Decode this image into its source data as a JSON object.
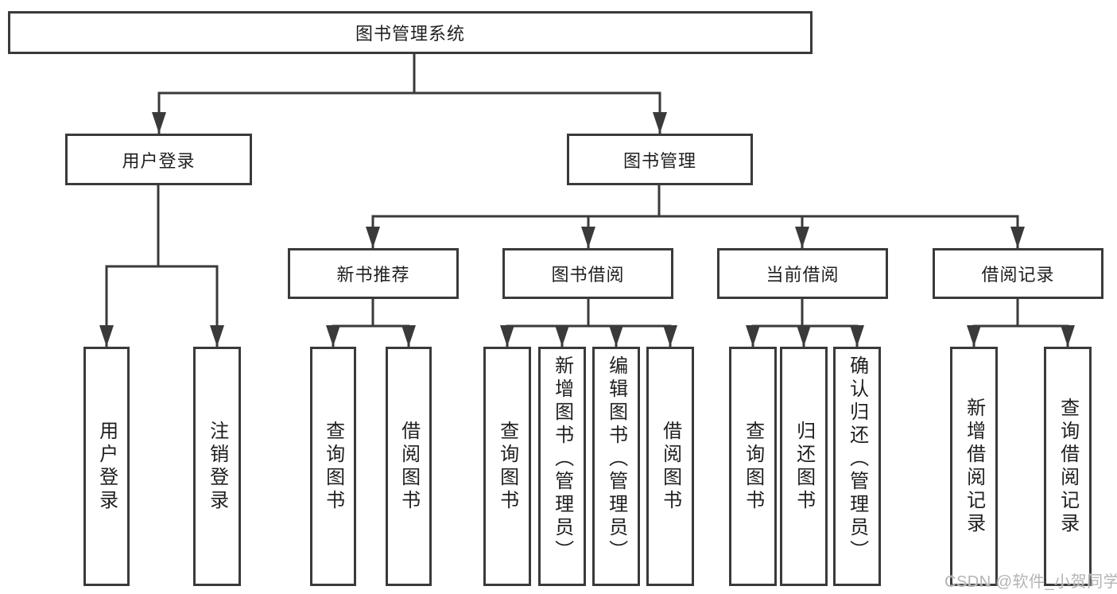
{
  "diagram": {
    "root": {
      "label": "图书管理系统"
    },
    "branches": [
      {
        "label": "用户登录",
        "children": [
          {
            "label": "用户登录"
          },
          {
            "label": "注销登录"
          }
        ]
      },
      {
        "label": "图书管理",
        "children": [
          {
            "label": "新书推荐",
            "children": [
              {
                "label": "查询图书"
              },
              {
                "label": "借阅图书"
              }
            ]
          },
          {
            "label": "图书借阅",
            "children": [
              {
                "label": "查询图书"
              },
              {
                "label": "新增图书（管理员）"
              },
              {
                "label": "编辑图书（管理员）"
              },
              {
                "label": "借阅图书"
              }
            ]
          },
          {
            "label": "当前借阅",
            "children": [
              {
                "label": "查询图书"
              },
              {
                "label": "归还图书"
              },
              {
                "label": "确认归还（管理员）"
              }
            ]
          },
          {
            "label": "借阅记录",
            "children": [
              {
                "label": "新增借阅记录"
              },
              {
                "label": "查询借阅记录"
              }
            ]
          }
        ]
      }
    ]
  },
  "watermark": {
    "text": "CSDN @软件_小贺同学"
  },
  "colors": {
    "line": "#3a3a3c",
    "text": "#1f1f1f",
    "watermark": "#b4b4b4",
    "background": "#ffffff"
  }
}
